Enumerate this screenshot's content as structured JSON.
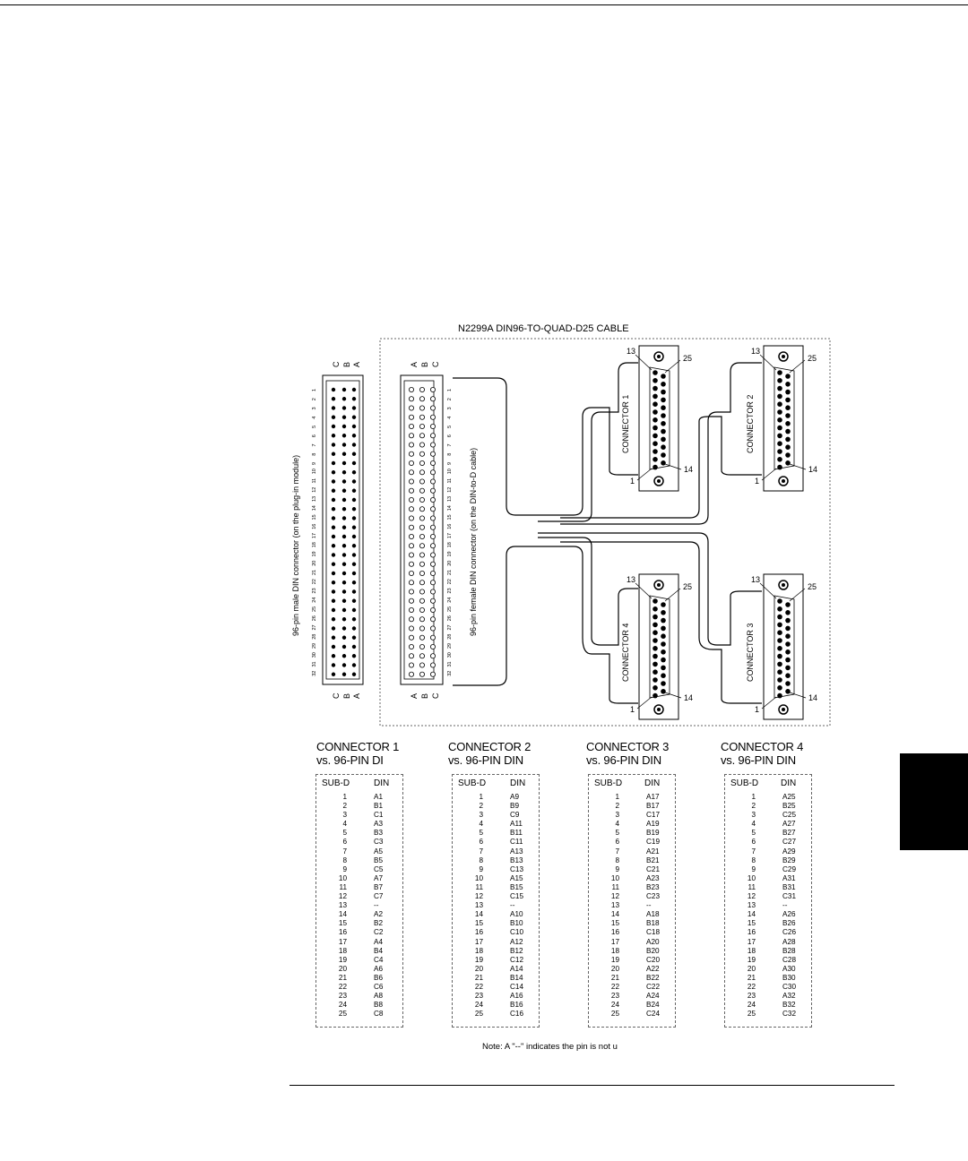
{
  "diagram": {
    "title": "N2299A DIN96-TO-QUAD-D25 CABLE",
    "male_label": "96-pin male  DIN connector (on the plug-in module)",
    "female_label": "96-pin female  DIN connector (on the DIN-to-D cable)",
    "row_letters": [
      "C",
      "B",
      "A"
    ],
    "row_letters_female": [
      "A",
      "B",
      "C"
    ],
    "pin_numbers": [
      "1",
      "2",
      "3",
      "4",
      "5",
      "6",
      "7",
      "8",
      "9",
      "10",
      "11",
      "12",
      "13",
      "14",
      "15",
      "16",
      "17",
      "18",
      "19",
      "20",
      "21",
      "22",
      "23",
      "24",
      "25",
      "26",
      "27",
      "28",
      "29",
      "30",
      "31",
      "32"
    ],
    "connectors": [
      {
        "label": "CONNECTOR 1",
        "pin_top_left": "13",
        "pin_top_right": "25",
        "pin_bottom_left": "1",
        "pin_bottom_right": "14"
      },
      {
        "label": "CONNECTOR 2",
        "pin_top_left": "13",
        "pin_top_right": "25",
        "pin_bottom_left": "1",
        "pin_bottom_right": "14"
      },
      {
        "label": "CONNECTOR 4",
        "pin_top_left": "13",
        "pin_top_right": "25",
        "pin_bottom_left": "1",
        "pin_bottom_right": "14"
      },
      {
        "label": "CONNECTOR 3",
        "pin_top_left": "13",
        "pin_top_right": "25",
        "pin_bottom_left": "1",
        "pin_bottom_right": "14"
      }
    ]
  },
  "tables": [
    {
      "heading1": "CONNECTOR 1",
      "heading2": "vs. 96-PIN DI",
      "col_subd": "SUB-D",
      "col_din": "DIN",
      "rows": [
        [
          "1",
          "A1"
        ],
        [
          "2",
          "B1"
        ],
        [
          "3",
          "C1"
        ],
        [
          "4",
          "A3"
        ],
        [
          "5",
          "B3"
        ],
        [
          "6",
          "C3"
        ],
        [
          "7",
          "A5"
        ],
        [
          "8",
          "B5"
        ],
        [
          "9",
          "C5"
        ],
        [
          "10",
          "A7"
        ],
        [
          "11",
          "B7"
        ],
        [
          "12",
          "C7"
        ],
        [
          "13",
          "--"
        ],
        [
          "14",
          "A2"
        ],
        [
          "15",
          "B2"
        ],
        [
          "16",
          "C2"
        ],
        [
          "17",
          "A4"
        ],
        [
          "18",
          "B4"
        ],
        [
          "19",
          "C4"
        ],
        [
          "20",
          "A6"
        ],
        [
          "21",
          "B6"
        ],
        [
          "22",
          "C6"
        ],
        [
          "23",
          "A8"
        ],
        [
          "24",
          "B8"
        ],
        [
          "25",
          "C8"
        ]
      ]
    },
    {
      "heading1": "CONNECTOR 2",
      "heading2": "vs. 96-PIN DIN",
      "col_subd": "SUB-D",
      "col_din": "DIN",
      "rows": [
        [
          "1",
          "A9"
        ],
        [
          "2",
          "B9"
        ],
        [
          "3",
          "C9"
        ],
        [
          "4",
          "A11"
        ],
        [
          "5",
          "B11"
        ],
        [
          "6",
          "C11"
        ],
        [
          "7",
          "A13"
        ],
        [
          "8",
          "B13"
        ],
        [
          "9",
          "C13"
        ],
        [
          "10",
          "A15"
        ],
        [
          "11",
          "B15"
        ],
        [
          "12",
          "C15"
        ],
        [
          "13",
          "--"
        ],
        [
          "14",
          "A10"
        ],
        [
          "15",
          "B10"
        ],
        [
          "16",
          "C10"
        ],
        [
          "17",
          "A12"
        ],
        [
          "18",
          "B12"
        ],
        [
          "19",
          "C12"
        ],
        [
          "20",
          "A14"
        ],
        [
          "21",
          "B14"
        ],
        [
          "22",
          "C14"
        ],
        [
          "23",
          "A16"
        ],
        [
          "24",
          "B16"
        ],
        [
          "25",
          "C16"
        ]
      ]
    },
    {
      "heading1": "CONNECTOR 3",
      "heading2": "vs. 96-PIN DIN",
      "col_subd": "SUB-D",
      "col_din": "DIN",
      "rows": [
        [
          "1",
          "A17"
        ],
        [
          "2",
          "B17"
        ],
        [
          "3",
          "C17"
        ],
        [
          "4",
          "A19"
        ],
        [
          "5",
          "B19"
        ],
        [
          "6",
          "C19"
        ],
        [
          "7",
          "A21"
        ],
        [
          "8",
          "B21"
        ],
        [
          "9",
          "C21"
        ],
        [
          "10",
          "A23"
        ],
        [
          "11",
          "B23"
        ],
        [
          "12",
          "C23"
        ],
        [
          "13",
          "--"
        ],
        [
          "14",
          "A18"
        ],
        [
          "15",
          "B18"
        ],
        [
          "16",
          "C18"
        ],
        [
          "17",
          "A20"
        ],
        [
          "18",
          "B20"
        ],
        [
          "19",
          "C20"
        ],
        [
          "20",
          "A22"
        ],
        [
          "21",
          "B22"
        ],
        [
          "22",
          "C22"
        ],
        [
          "23",
          "A24"
        ],
        [
          "24",
          "B24"
        ],
        [
          "25",
          "C24"
        ]
      ]
    },
    {
      "heading1": "CONNECTOR 4",
      "heading2": "vs. 96-PIN DIN",
      "col_subd": "SUB-D",
      "col_din": "DIN",
      "rows": [
        [
          "1",
          "A25"
        ],
        [
          "2",
          "B25"
        ],
        [
          "3",
          "C25"
        ],
        [
          "4",
          "A27"
        ],
        [
          "5",
          "B27"
        ],
        [
          "6",
          "C27"
        ],
        [
          "7",
          "A29"
        ],
        [
          "8",
          "B29"
        ],
        [
          "9",
          "C29"
        ],
        [
          "10",
          "A31"
        ],
        [
          "11",
          "B31"
        ],
        [
          "12",
          "C31"
        ],
        [
          "13",
          "--"
        ],
        [
          "14",
          "A26"
        ],
        [
          "15",
          "B26"
        ],
        [
          "16",
          "C26"
        ],
        [
          "17",
          "A28"
        ],
        [
          "18",
          "B28"
        ],
        [
          "19",
          "C28"
        ],
        [
          "20",
          "A30"
        ],
        [
          "21",
          "B30"
        ],
        [
          "22",
          "C30"
        ],
        [
          "23",
          "A32"
        ],
        [
          "24",
          "B32"
        ],
        [
          "25",
          "C32"
        ]
      ]
    }
  ],
  "note": "Note: A \"--\" indicates the pin is not u"
}
